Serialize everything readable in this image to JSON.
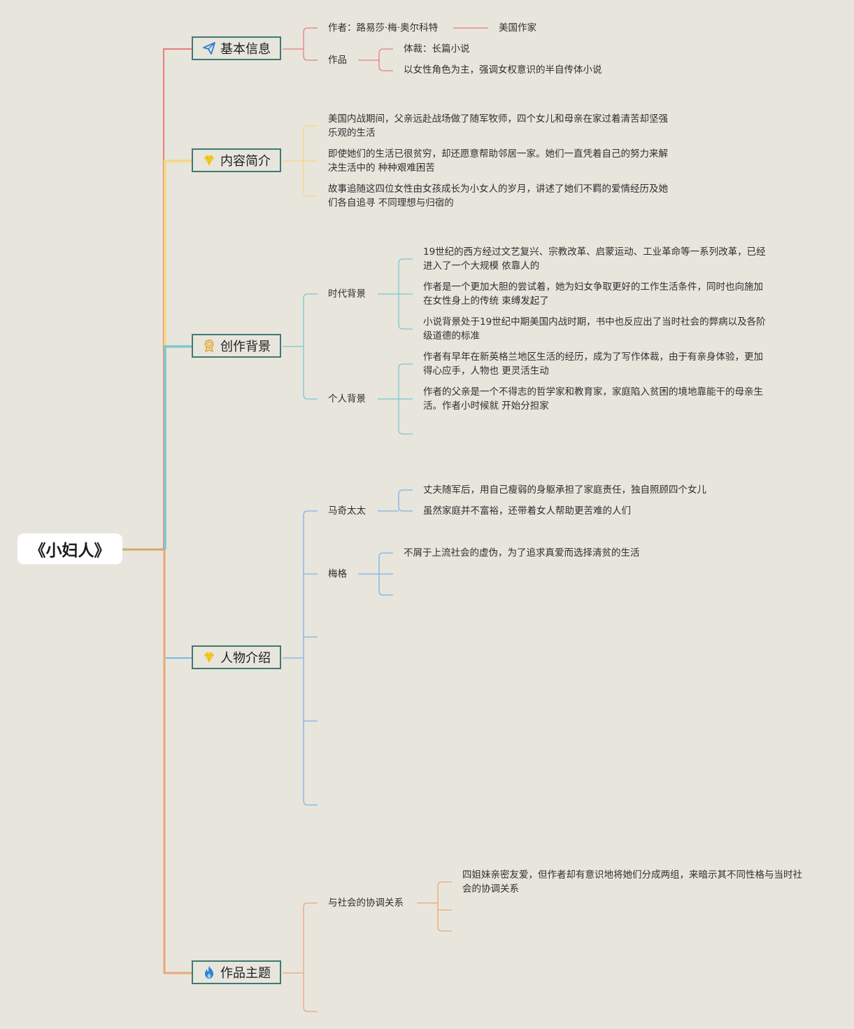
{
  "root": {
    "title": "《小妇人》"
  },
  "topics": {
    "basic": {
      "label": "基本信息",
      "icon": "paper-plane-icon",
      "author": "作者：路易莎·梅·奥尔科特",
      "author_note": "美国作家",
      "works": "作品",
      "genre": "体裁：长篇小说",
      "genre_desc": "以女性角色为主，强调女权意识的半自传体小说"
    },
    "summary": {
      "label": "内容简介",
      "icon": "lightbulb-icon",
      "items": [
        "美国内战期间，父亲远赴战场做了随军牧师，四个女儿和母亲在家过着清苦却坚强乐观的生活",
        "即使她们的生活已很贫穷，却还愿意帮助邻居一家。她们一直凭着自己的努力来解决生活中的 种种艰难困苦",
        "故事追随这四位女性由女孩成长为小女人的岁月，讲述了她们不羁的爱情经历及她们各自追寻 不同理想与归宿的"
      ]
    },
    "background": {
      "label": "创作背景",
      "icon": "award-icon",
      "era": {
        "label": "时代背景",
        "items": [
          "19世纪的西方经过文艺复兴、宗教改革、启蒙运动、工业革命等一系列改革，已经进入了一个大规模 依靠人的",
          "作者是一个更加大胆的尝试着，她为妇女争取更好的工作生活条件，同时也向施加在女性身上的传统 束缚发起了",
          "小说背景处于19世纪中期美国内战时期，书中也反应出了当时社会的弊病以及各阶级道德的标准"
        ]
      },
      "personal": {
        "label": "个人背景",
        "items": [
          "作者有早年在新英格兰地区生活的经历，成为了写作体裁，由于有亲身体验，更加得心应手，人物也 更灵活生动",
          "作者的父亲是一个不得志的哲学家和教育家，家庭陷入贫困的境地靠能干的母亲生活。作者小时候就 开始分担家"
        ]
      }
    },
    "characters": {
      "label": "人物介绍",
      "icon": "lightbulb-icon",
      "march": {
        "label": "马奇太太",
        "items": [
          "丈夫随军后，用自己瘦弱的身躯承担了家庭责任，独自照顾四个女儿",
          "虽然家庭并不富裕，还带着女人帮助更苦难的人们"
        ]
      },
      "meg": {
        "label": "梅格",
        "items": [
          "不屑于上流社会的虚伪，为了追求真爱而选择清贫的生活"
        ]
      }
    },
    "theme": {
      "label": "作品主题",
      "icon": "flame-icon",
      "society": {
        "label": "与社会的协调关系",
        "items": [
          "四姐妹亲密友爱，但作者却有意识地将她们分成两组，来暗示其不同性格与当时社会的协调关系"
        ]
      }
    }
  },
  "colors": {
    "background": "#e8e5dd",
    "basic": "#e67f7f",
    "summary": "#f5d888",
    "background_branch": "#7cc8cc",
    "characters": "#7ab6e2",
    "theme": "#eba877",
    "root_link": "#d4a86a",
    "topic_border": "#3f7a72"
  }
}
